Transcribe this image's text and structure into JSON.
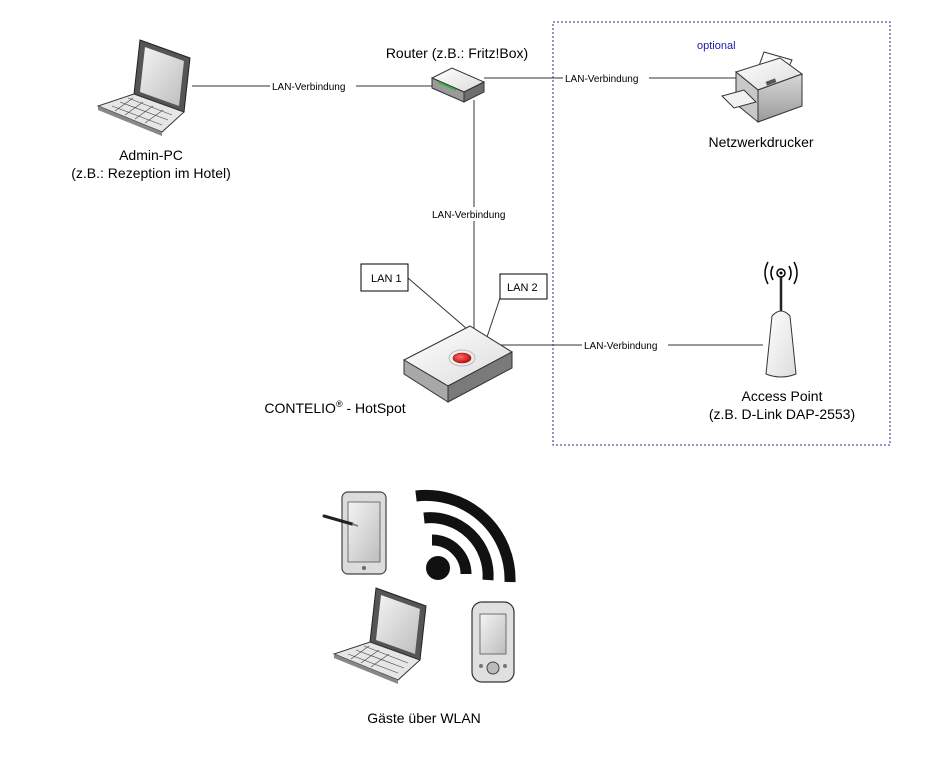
{
  "nodes": {
    "admin_pc": {
      "line1": "Admin-PC",
      "line2": "(z.B.: Rezeption im Hotel)"
    },
    "router": {
      "label": "Router (z.B.: Fritz!Box)"
    },
    "printer": {
      "label": "Netzwerkdrucker"
    },
    "access_point": {
      "line1": "Access Point",
      "line2": "(z.B. D-Link DAP-2553)"
    },
    "hotspot": {
      "label": "CONTELIO",
      "sup": "®",
      "suffix": " - HotSpot"
    },
    "guests": {
      "label": "Gäste über WLAN"
    }
  },
  "optional_box": {
    "label": "optional",
    "label_color": "#1a1aa6",
    "border_color": "#2a2a8a"
  },
  "connections": {
    "admin_router": "LAN-Verbindung",
    "router_printer": "LAN-Verbindung",
    "router_hotspot": "LAN-Verbindung",
    "hotspot_ap": "LAN-Verbindung"
  },
  "ports": {
    "lan1": "LAN 1",
    "lan2": "LAN 2"
  },
  "icons": [
    "laptop-icon",
    "router-icon",
    "printer-icon",
    "access-point-icon",
    "hotspot-icon",
    "tablet-icon",
    "wifi-icon",
    "smartphone-icon"
  ],
  "colors": {
    "hotspot_logo": "#d42020",
    "router_led": "#3cb043"
  }
}
